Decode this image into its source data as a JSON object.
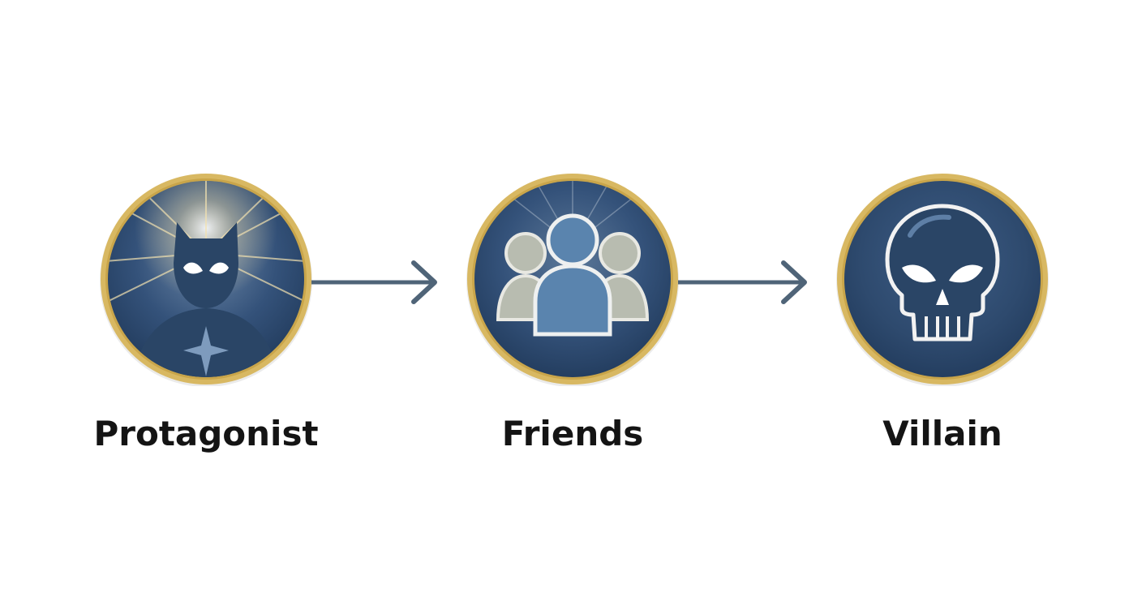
{
  "nodes": [
    {
      "label": "Protagonist",
      "icon": "masked-hero-icon"
    },
    {
      "label": "Friends",
      "icon": "group-people-icon"
    },
    {
      "label": "Villain",
      "icon": "skull-icon"
    }
  ],
  "colors": {
    "ring_gold": "#d6b45c",
    "disc_navy": "#2e4a6e",
    "figure_navy": "#2a4566",
    "friend_center": "#5a84ae",
    "friend_side": "#b8bcb0",
    "arrow": "#4f6478",
    "text": "#141414"
  }
}
